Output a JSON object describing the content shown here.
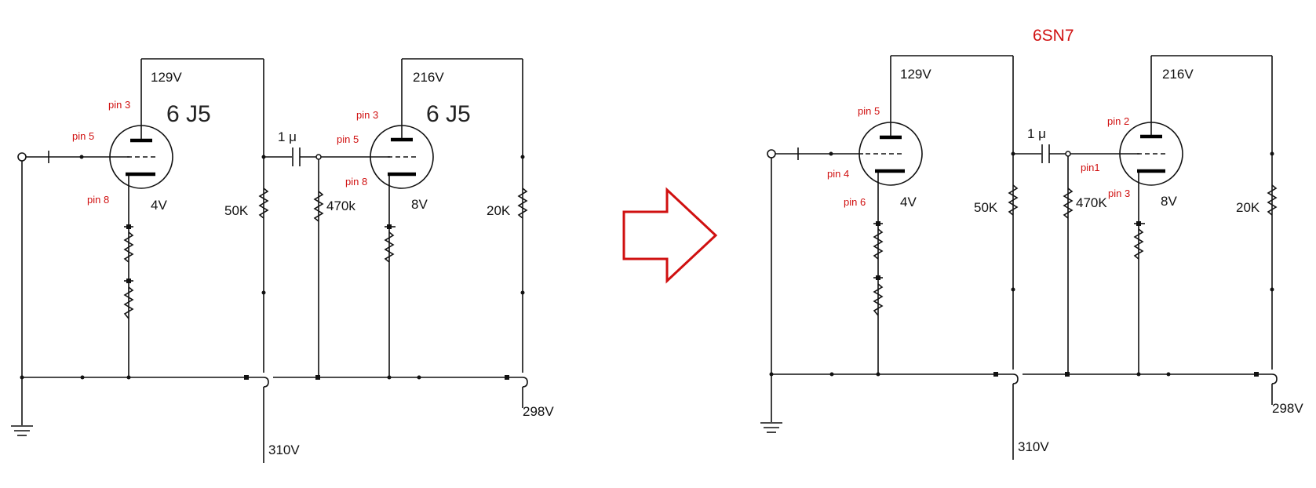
{
  "colors": {
    "wire": "#111111",
    "pin_label": "#d01010",
    "arrow": "#d01010",
    "title": "#d01010"
  },
  "arrow": {
    "icon": "right-arrow-icon",
    "color": "#d01010"
  },
  "left": {
    "tube_labels": [
      "6 J5",
      "6 J5"
    ],
    "voltages": {
      "plate1": "129V",
      "plate2": "216V",
      "cathode1": "4V",
      "cathode2": "8V",
      "supply_mid": "310V",
      "supply_right": "298V"
    },
    "components": {
      "cap": "1 μ",
      "r_plate1": "50K",
      "r_grid2": "470k",
      "r_plate2": "20K"
    },
    "pins": {
      "plate1": "pin 3",
      "grid1": "pin 5",
      "cathode1": "pin 8",
      "plate2": "pin 3",
      "grid2": "pin 5",
      "cathode2": "pin 8"
    }
  },
  "right": {
    "title": "6SN7",
    "voltages": {
      "plate1": "129V",
      "plate2": "216V",
      "cathode1": "4V",
      "cathode2": "8V",
      "supply_mid": "310V",
      "supply_right": "298V"
    },
    "components": {
      "cap": "1 μ",
      "r_plate1": "50K",
      "r_grid2": "470K",
      "r_plate2": "20K"
    },
    "pins": {
      "plate1": "pin 5",
      "grid1": "pin 4",
      "cathode1": "pin 6",
      "plate2": "pin 2",
      "grid2": "pin1",
      "cathode2": "pin 3"
    }
  }
}
